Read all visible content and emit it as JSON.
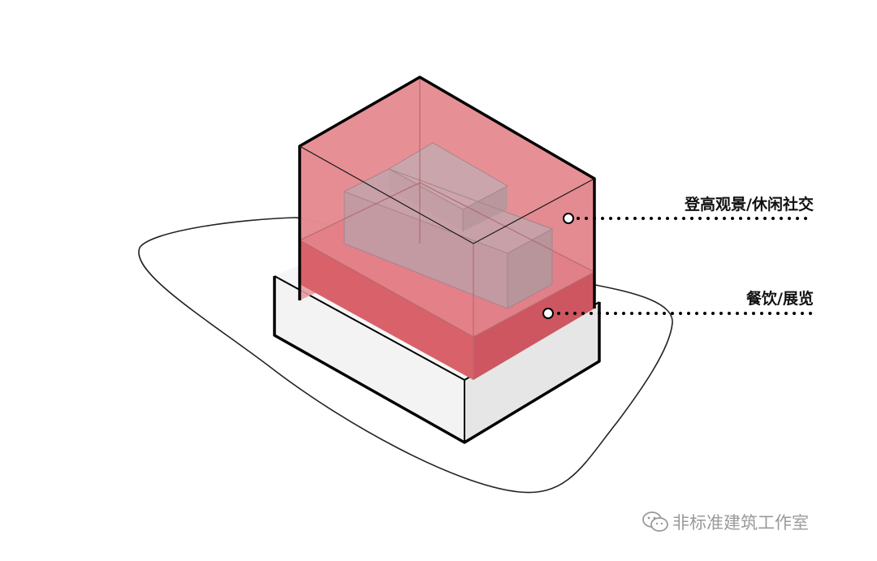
{
  "labels": {
    "upper": "登高观景/休闲社交",
    "lower": "餐饮/展览"
  },
  "watermark": {
    "text": "非标准建筑工作室",
    "icon": "wechat-icon"
  },
  "colors": {
    "volume_fill": "#e5888f",
    "ground_floor_fill": "#d8616a",
    "inner_box": "#c9a0a8",
    "podium_front": "#f3f3f3",
    "podium_side": "#e6e6e6",
    "outline": "#000000",
    "site_outline": "#222222",
    "leader_dots": "#000000"
  }
}
